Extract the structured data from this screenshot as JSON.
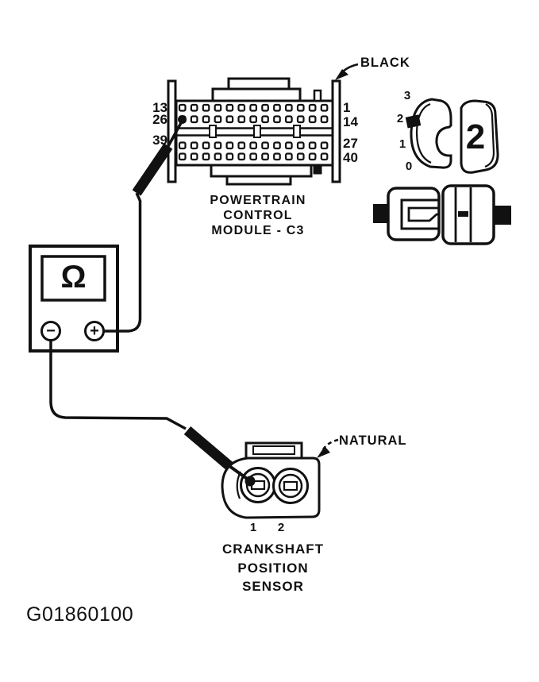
{
  "colors": {
    "ink": "#111111",
    "paper": "#ffffff"
  },
  "pcm_connector": {
    "color_label": "BLACK",
    "left_pin_numbers": [
      "13",
      "26",
      "39"
    ],
    "right_pin_numbers": [
      "1",
      "14",
      "27",
      "40"
    ],
    "pin_rows": 4,
    "pins_per_row": 13,
    "caption_lines": [
      "POWERTRAIN",
      "CONTROL",
      "MODULE - C3"
    ]
  },
  "terminal_gauge": {
    "scale_numbers": [
      "3",
      "2",
      "1",
      "0"
    ],
    "terminal_size": "2"
  },
  "multimeter": {
    "display_symbol": "Ω",
    "negative_terminal": "−",
    "positive_terminal": "+"
  },
  "cps_connector": {
    "color_label": "NATURAL",
    "terminal_numbers": [
      "1",
      "2"
    ],
    "caption_lines": [
      "CRANKSHAFT",
      "POSITION",
      "SENSOR"
    ]
  },
  "figure_id": "G01860100"
}
